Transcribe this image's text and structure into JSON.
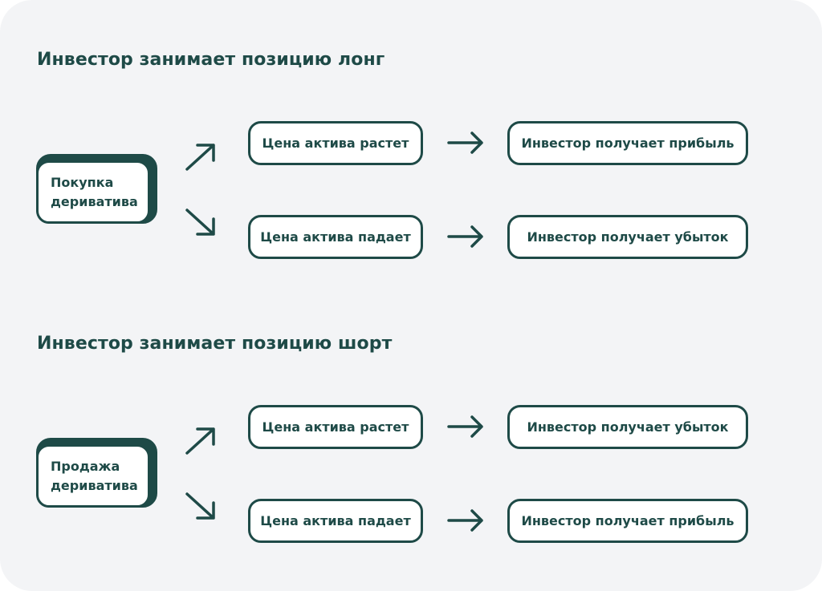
{
  "sections": [
    {
      "title": "Инвестор занимает позицию лонг",
      "source": {
        "line1": "Покупка",
        "line2": "дериватива"
      },
      "rows": [
        {
          "price": "Цена актива растет",
          "result": "Инвестор получает прибыль"
        },
        {
          "price": "Цена актива падает",
          "result": "Инвестор получает убыток"
        }
      ]
    },
    {
      "title": "Инвестор занимает позицию шорт",
      "source": {
        "line1": "Продажа",
        "line2": "дериватива"
      },
      "rows": [
        {
          "price": "Цена актива растет",
          "result": "Инвестор получает убыток"
        },
        {
          "price": "Цена актива падает",
          "result": "Инвестор получает прибыль"
        }
      ]
    }
  ],
  "colors": {
    "accent": "#1e4a47",
    "background": "#f3f4f6",
    "box_fill": "#ffffff"
  },
  "icons": {
    "up": "arrow-up-right-icon",
    "down": "arrow-down-right-icon",
    "right": "arrow-right-icon"
  }
}
